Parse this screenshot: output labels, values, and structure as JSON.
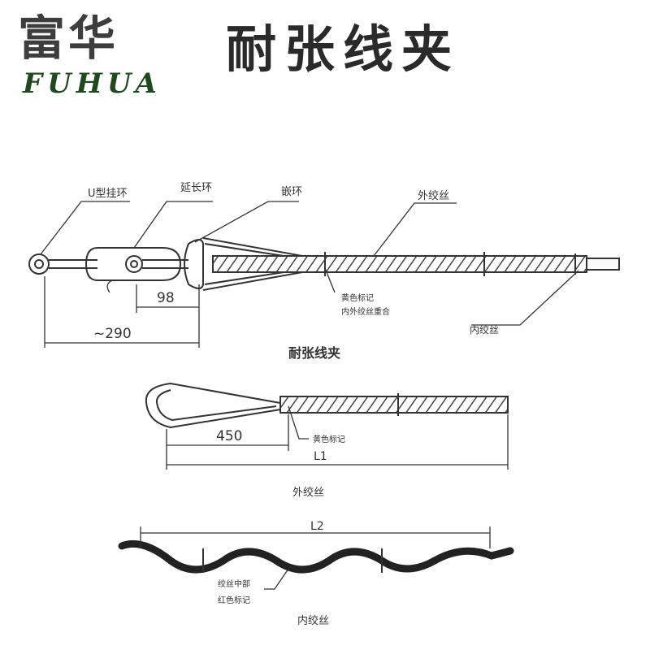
{
  "brand": {
    "name_cn": "富华",
    "name_en": "FUHUA"
  },
  "title": "耐张线夹",
  "fig1": {
    "labels": {
      "u_ring": "U型挂环",
      "extension_ring": "延长环",
      "thimble": "嵌环",
      "outer_strand": "外绞丝",
      "inner_strand": "内绞丝",
      "mark_line1": "黄色标记",
      "mark_line2": "内外绞丝重合"
    },
    "dimensions": {
      "dim_98": "98",
      "dim_290": "~290"
    },
    "caption": "耐张线夹"
  },
  "fig2": {
    "dimensions": {
      "dim_450": "450",
      "l1": "L1"
    },
    "labels": {
      "mark": "黄色标记"
    },
    "caption": "外绞丝"
  },
  "fig3": {
    "dimensions": {
      "l2": "L2"
    },
    "labels": {
      "line1": "绞丝中部",
      "line2": "红色标记"
    },
    "caption": "内绞丝"
  },
  "colors": {
    "logo_green": "#1f4a1f",
    "ink": "#333333"
  }
}
